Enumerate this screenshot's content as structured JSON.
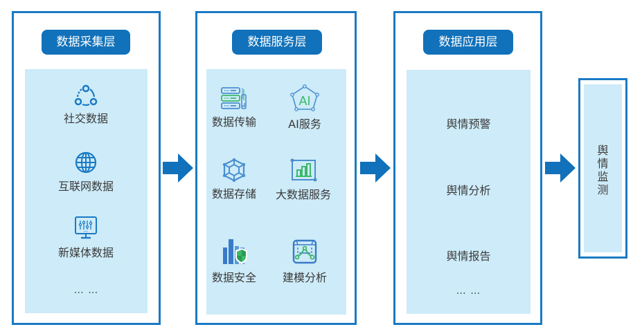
{
  "colors": {
    "border": "#1a7ac4",
    "badge": "#1171ba",
    "panel": "#cdebf8",
    "arrow": "#1171ba",
    "accent_green": "#3cb86a"
  },
  "layers": [
    {
      "title": "数据采集层",
      "items": [
        {
          "label": "社交数据",
          "icon": "social-network-icon"
        },
        {
          "label": "互联网数据",
          "icon": "globe-icon"
        },
        {
          "label": "新媒体数据",
          "icon": "monitor-equalizer-icon"
        }
      ],
      "ellipsis": "… …"
    },
    {
      "title": "数据服务层",
      "items": [
        {
          "label": "数据传输",
          "icon": "server-transfer-icon"
        },
        {
          "label": "AI服务",
          "icon": "ai-pentagon-icon",
          "icon_text": "AI"
        },
        {
          "label": "数据存储",
          "icon": "hexagon-network-icon"
        },
        {
          "label": "大数据服务",
          "icon": "bar-chart-frame-icon"
        },
        {
          "label": "数据安全",
          "icon": "shield-chart-icon"
        },
        {
          "label": "建模分析",
          "icon": "model-analysis-icon"
        }
      ]
    },
    {
      "title": "数据应用层",
      "items": [
        {
          "label": "舆情预警"
        },
        {
          "label": "舆情分析"
        },
        {
          "label": "舆情报告"
        }
      ],
      "ellipsis": "… …"
    }
  ],
  "output": {
    "chars": [
      "舆",
      "情",
      "监",
      "测"
    ]
  }
}
